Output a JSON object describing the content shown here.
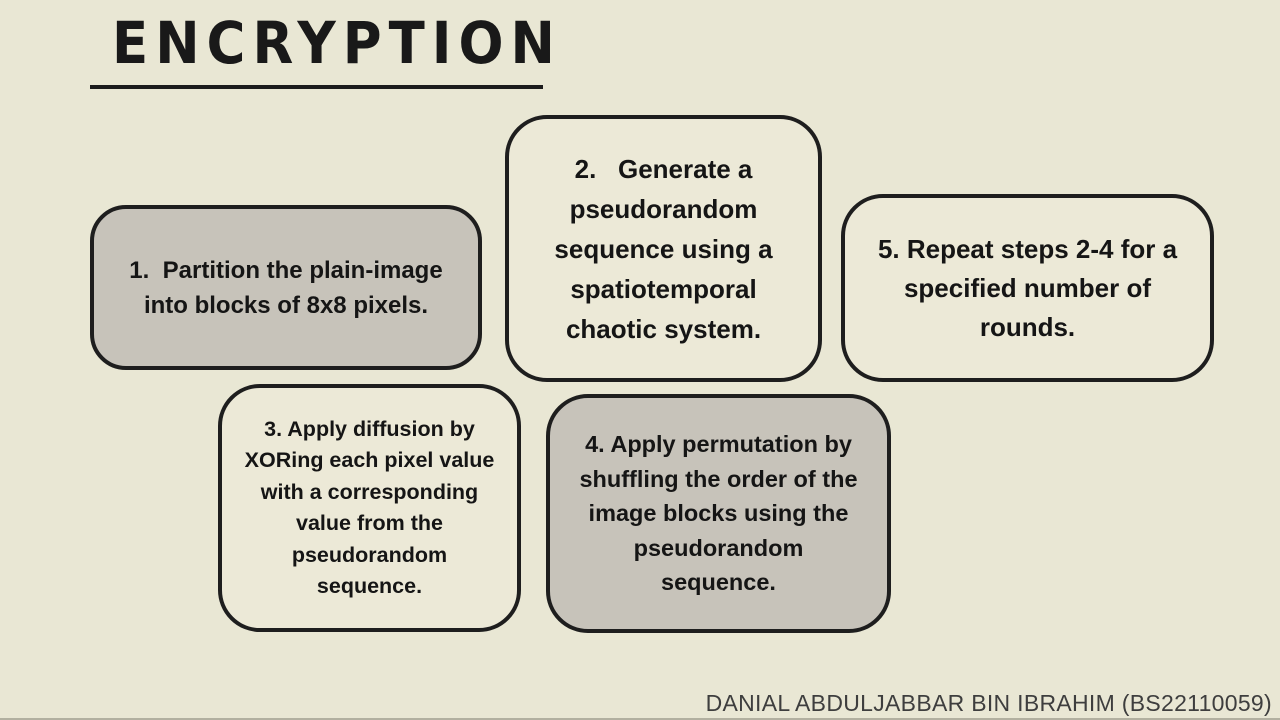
{
  "slide": {
    "title": "ENCRYPTION",
    "footer_credit": "DANIAL ABDULJABBAR BIN IBRAHIM (BS22110059)"
  },
  "steps": [
    {
      "number": "1",
      "variant": "gray",
      "text": "1.  Partition the plain-image\ninto blocks of 8x8 pixels."
    },
    {
      "number": "2",
      "variant": "cream",
      "text": "2.   Generate a\npseudorandom\nsequence using a\nspatiotemporal\nchaotic system."
    },
    {
      "number": "3",
      "variant": "cream",
      "text": "3. Apply diffusion by\nXORing each pixel value\nwith a corresponding\nvalue from the\npseudorandom\nsequence."
    },
    {
      "number": "4",
      "variant": "gray",
      "text": "4. Apply permutation by\nshuffling the order of the\nimage blocks using the\npseudorandom\nsequence."
    },
    {
      "number": "5",
      "variant": "cream",
      "text": "5. Repeat steps 2-4 for a\nspecified number of\nrounds."
    }
  ],
  "colors": {
    "background": "#e9e7d4",
    "box_cream": "#ece9d7",
    "box_gray": "#c7c3ba",
    "box_border": "#1e1e1e",
    "title_text": "#191919",
    "underline": "#1c1c1c",
    "footer_text": "#3e3e3e"
  }
}
